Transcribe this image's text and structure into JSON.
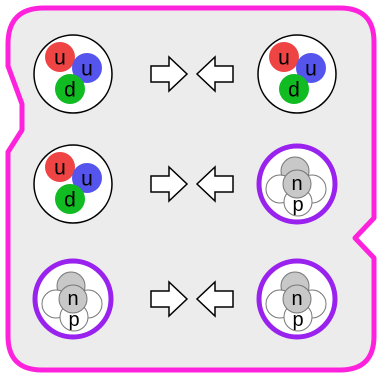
{
  "colors": {
    "panel_fill": "#ececec",
    "panel_border": "#ff22dd",
    "nucleus_border": "#9922ee",
    "circle_border": "#000000",
    "quark_u": "#ee4444",
    "quark_u_blue": "#5555ee",
    "quark_d": "#11bb22",
    "nucleon_gray": "#c8c8c8",
    "nucleon_white": "#ffffff"
  },
  "rows": [
    {
      "left": {
        "kind": "quarks",
        "labels": [
          "u",
          "u",
          "d"
        ]
      },
      "right": {
        "kind": "quarks",
        "labels": [
          "u",
          "u",
          "d"
        ]
      }
    },
    {
      "left": {
        "kind": "quarks",
        "labels": [
          "u",
          "u",
          "d"
        ]
      },
      "right": {
        "kind": "nucleus",
        "labels": [
          "n",
          "p"
        ]
      }
    },
    {
      "left": {
        "kind": "nucleus",
        "labels": [
          "n",
          "p"
        ]
      },
      "right": {
        "kind": "nucleus",
        "labels": [
          "n",
          "p"
        ]
      }
    }
  ],
  "arrows": {
    "left_icon": "right-arrow-icon",
    "right_icon": "left-arrow-icon"
  }
}
